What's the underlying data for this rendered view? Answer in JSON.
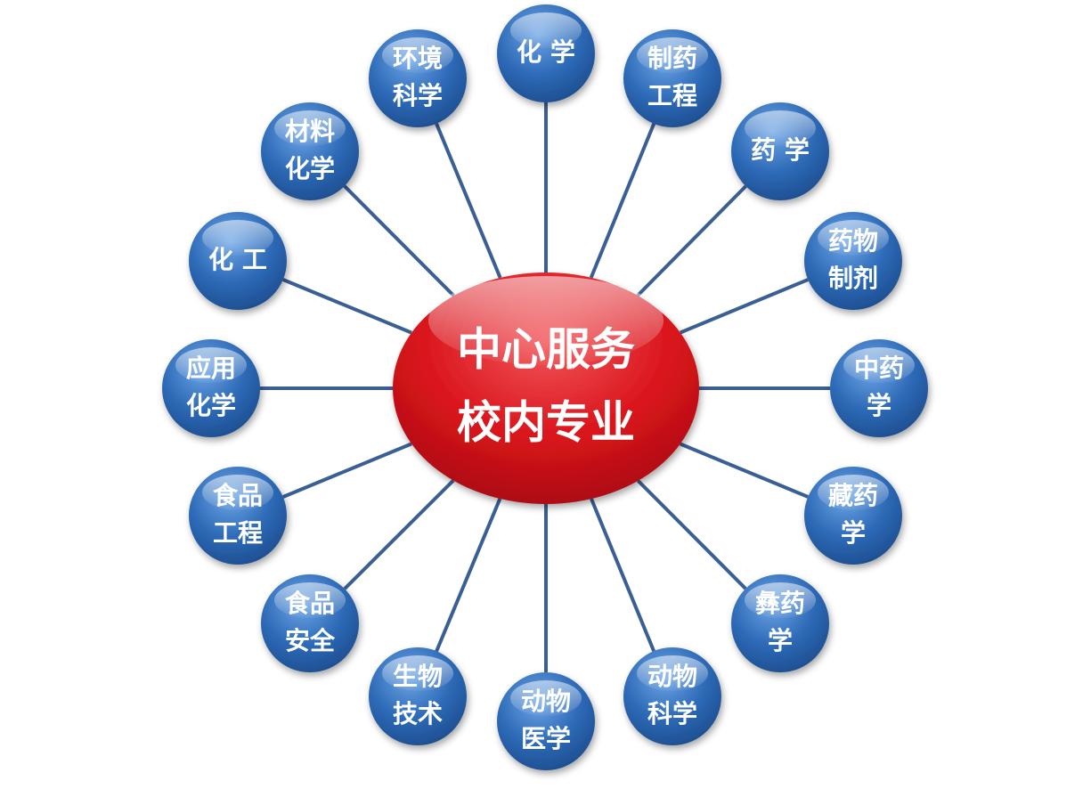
{
  "hub": {
    "lines": [
      "中心服务",
      "校内专业"
    ],
    "color": "#d9141b"
  },
  "spoke_color": "#2e6bb8",
  "connector_color": "#3a5f95",
  "majors": [
    {
      "lines": [
        "化 学"
      ]
    },
    {
      "lines": [
        "制药",
        "工程"
      ]
    },
    {
      "lines": [
        "药 学"
      ]
    },
    {
      "lines": [
        "药物",
        "制剂"
      ]
    },
    {
      "lines": [
        "中药",
        "学"
      ]
    },
    {
      "lines": [
        "藏药",
        "学"
      ]
    },
    {
      "lines": [
        "彝药",
        "学"
      ]
    },
    {
      "lines": [
        "动物",
        "科学"
      ]
    },
    {
      "lines": [
        "动物",
        "医学"
      ]
    },
    {
      "lines": [
        "生物",
        "技术"
      ]
    },
    {
      "lines": [
        "食品",
        "安全"
      ]
    },
    {
      "lines": [
        "食品",
        "工程"
      ]
    },
    {
      "lines": [
        "应用",
        "化学"
      ]
    },
    {
      "lines": [
        "化 工"
      ]
    },
    {
      "lines": [
        "材料",
        "化学"
      ]
    },
    {
      "lines": [
        "环境",
        "科学"
      ]
    }
  ]
}
